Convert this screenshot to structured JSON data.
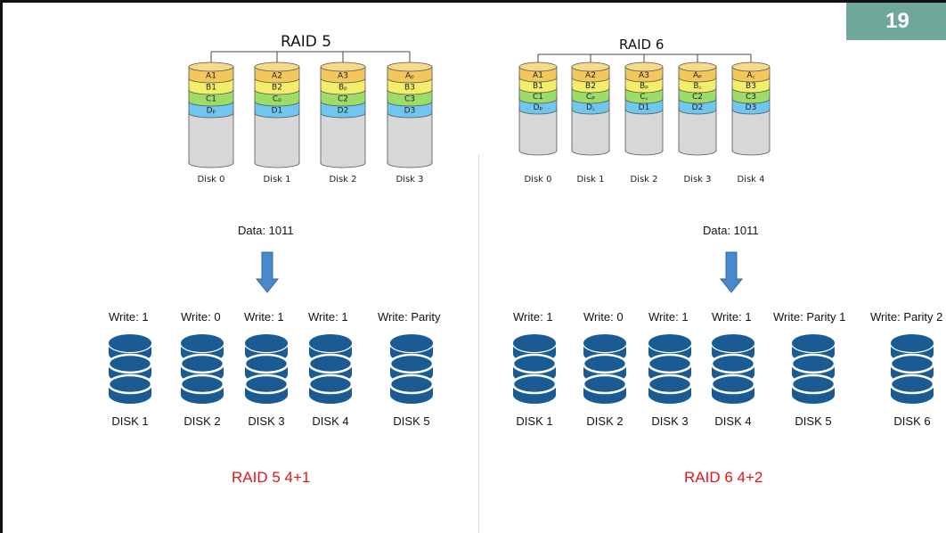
{
  "page_number": "19",
  "raid5": {
    "title": "RAID 5",
    "disks": [
      {
        "label": "Disk 0",
        "blocks": [
          "A1",
          "B1",
          "C1",
          "Dₚ"
        ]
      },
      {
        "label": "Disk 1",
        "blocks": [
          "A2",
          "B2",
          "Cₚ",
          "D1"
        ]
      },
      {
        "label": "Disk 2",
        "blocks": [
          "A3",
          "Bₚ",
          "C2",
          "D2"
        ]
      },
      {
        "label": "Disk 3",
        "blocks": [
          "Aₚ",
          "B3",
          "C3",
          "D3"
        ]
      }
    ],
    "data_label": "Data: 1011",
    "writes": [
      "Write: 1",
      "Write: 0",
      "Write: 1",
      "Write: 1",
      "Write: Parity"
    ],
    "db_disks": [
      "DISK 1",
      "DISK 2",
      "DISK 3",
      "DISK 4",
      "DISK 5"
    ],
    "caption": "RAID 5 4+1"
  },
  "raid6": {
    "title": "RAID 6",
    "disks": [
      {
        "label": "Disk 0",
        "blocks": [
          "A1",
          "B1",
          "C1",
          "Dₚ"
        ]
      },
      {
        "label": "Disk 1",
        "blocks": [
          "A2",
          "B2",
          "Cₚ",
          "D꜀"
        ]
      },
      {
        "label": "Disk 2",
        "blocks": [
          "A3",
          "Bₚ",
          "C꜀",
          "D1"
        ]
      },
      {
        "label": "Disk 3",
        "blocks": [
          "Aₚ",
          "B꜀",
          "C2",
          "D2"
        ]
      },
      {
        "label": "Disk 4",
        "blocks": [
          "A꜀",
          "B3",
          "C3",
          "D3"
        ]
      }
    ],
    "data_label": "Data: 1011",
    "writes": [
      "Write: 1",
      "Write: 0",
      "Write: 1",
      "Write: 1",
      "Write: Parity 1",
      "Write: Parity 2"
    ],
    "db_disks": [
      "DISK 1",
      "DISK 2",
      "DISK 3",
      "DISK 4",
      "DISK 5",
      "DISK 6"
    ],
    "caption": "RAID 6 4+2"
  },
  "colors": {
    "row_a": "#f2c75c",
    "row_b": "#f3ee6a",
    "row_c": "#9edc6a",
    "row_d": "#6fc6ee",
    "cylinder_body": "#d7d7d7",
    "database": "#1a5b94",
    "arrow": "#4a88cc",
    "caption": "#e8141b",
    "page_badge": "#6fa89a"
  }
}
